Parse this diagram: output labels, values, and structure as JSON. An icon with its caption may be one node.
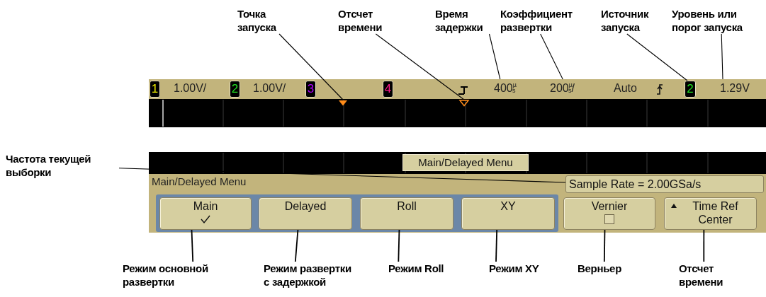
{
  "diagram": {
    "nodes": [
      {
        "text": [
          "Точка запуска"
        ]
      },
      {
        "text": [
          "Отсчет времени"
        ]
      },
      {
        "text": [
          "Время задержки"
        ]
      },
      {
        "text": [
          "Коэффициент развертки"
        ]
      },
      {
        "text": [
          "Источник запуска"
        ]
      },
      {
        "text": [
          "Уровень или порог запуска"
        ]
      },
      {
        "text": [
          "1"
        ]
      },
      {
        "text": [
          "2"
        ]
      },
      {
        "text": [
          "3"
        ]
      },
      {
        "text": [
          "4"
        ]
      },
      {
        "text": [
          "400$^{µ}$$_{s}$"
        ]
      },
      {
        "text": [
          "200$^{µ}$$_{s}$/"
        ]
      },
      {
        "text": [
          "2"
        ]
      },
      {
        "text": [
          "1.29V"
        ]
      },
      {
        "text": [],
        "shape": "triangle"
      },
      {
        "text": [],
        "shape": "triangle"
      },
      {
        "text": [
          "Частота текущей выборки"
        ]
      },
      {
        "text": [
          "Main/Delayed Menu"
        ]
      },
      {
        "text": [
          "Sample Rate = 2.00GSa/s"
        ]
      },
      {
        "text": [
          "Main"
        ]
      },
      {
        "text": [
          "Delayed"
        ]
      },
      {
        "text": [
          "Roll"
        ]
      },
      {
        "text": [
          "XY"
        ]
      },
      {
        "text": [
          "Vernier"
        ]
      },
      {
        "text": [
          "Time Ref Center"
        ]
      },
      {
        "text": [
          "Режим основной развертки"
        ]
      },
      {
        "text": [
          "Режим развертки с задержкой"
        ]
      },
      {
        "text": [
          "Режим Roll"
        ]
      },
      {
        "text": [
          "Режим XY"
        ]
      },
      {
        "text": [
          "Верньер"
        ]
      },
      {
        "text": [
          "Отсчет времени"
        ]
      }
    ],
    "edges": [
      {
        "from": 0,
        "to": 14,
        "arrow": "none"
      },
      {
        "from": 1,
        "to": 15,
        "arrow": "none"
      },
      {
        "from": 2,
        "to": 10,
        "arrow": "none"
      },
      {
        "from": 3,
        "to": 11,
        "arrow": "none"
      },
      {
        "from": 4,
        "to": 12,
        "arrow": "none"
      },
      {
        "from": 5,
        "to": 13,
        "arrow": "none"
      },
      {
        "from": 16,
        "to": 18,
        "arrow": "none"
      },
      {
        "from": 25,
        "to": 19,
        "arrow": "none"
      },
      {
        "from": 26,
        "to": 20,
        "arrow": "none"
      },
      {
        "from": 27,
        "to": 21,
        "arrow": "none"
      },
      {
        "from": 28,
        "to": 22,
        "arrow": "none"
      },
      {
        "from": 29,
        "to": 23,
        "arrow": "none"
      },
      {
        "from": 30,
        "to": 24,
        "arrow": "none"
      }
    ],
    "labels": [
      "1.00V/",
      "1.00V/",
      "Auto",
      "Main/Delayed Menu"
    ]
  }
}
